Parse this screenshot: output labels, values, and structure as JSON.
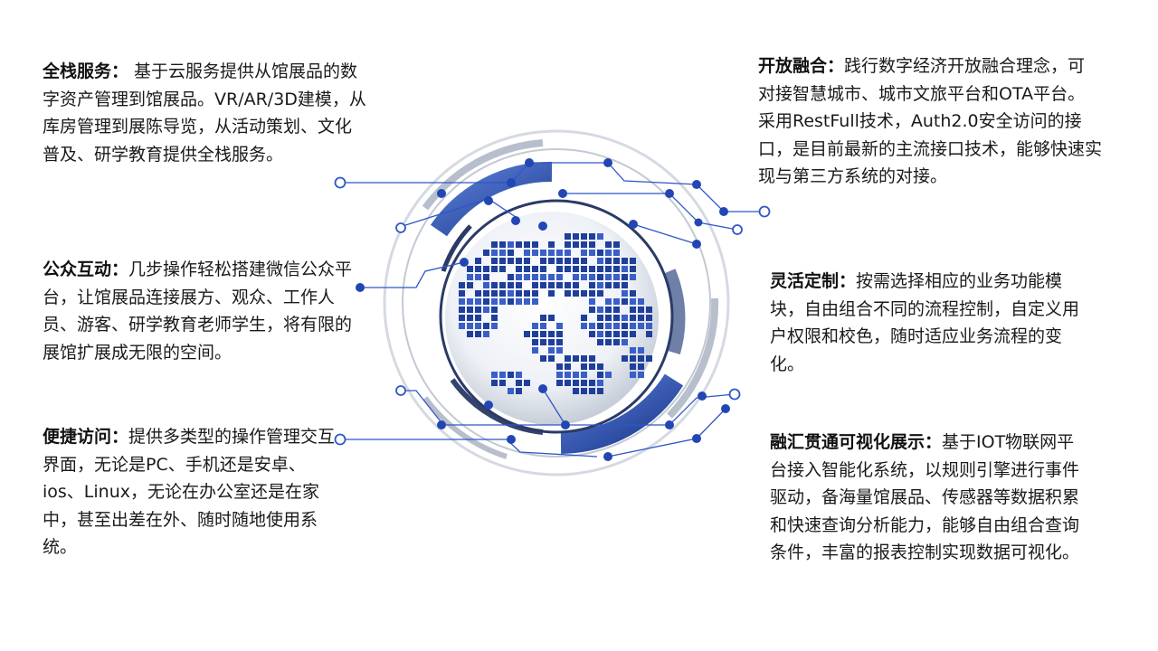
{
  "blocks": [
    {
      "title": "全栈服务：",
      "body": " 基于云服务提供从馆展品的数字资产管理到馆展品。VR/AR/3D建模，从库房管理到展陈导览，从活动策划、文化普及、研学教育提供全栈服务。"
    },
    {
      "title": "公众互动：",
      "body": "几步操作轻松搭建微信公众平台，让馆展品连接展方、观众、工作人员、游客、研学教育老师学生，将有限的展馆扩展成无限的空间。"
    },
    {
      "title": "便捷访问：",
      "body": "提供多类型的操作管理交互界面，无论是PC、手机还是安卓、ios、Linux，无论在办公室还是在家中，甚至出差在外、随时随地使用系统。"
    },
    {
      "title": "开放融合：",
      "body": "践行数字经济开放融合理念，可对接智慧城市、城市文旅平台和OTA平台。采用RestFull技术，Auth2.0安全访问的接口，是目前最新的主流接口技术，能够快速实现与第三方系统的对接。"
    },
    {
      "title": "灵活定制：",
      "body": "按需选择相应的业务功能模块，自由组合不同的流程控制，自定义用户权限和校色，随时适应业务流程的变化。"
    },
    {
      "title": "融汇贯通可视化展示：",
      "body": "基于IOT物联网平台接入智能化系统，以规则引擎进行事件驱动，备海量馆展品、传感器等数据积累和快速查询分析能力，能够自由组合查询条件，丰富的报表控制实现数据可视化。"
    }
  ],
  "graphic": {
    "icon": "tech-globe-icon",
    "colors": {
      "accent": "#2346b4",
      "dark": "#2b3a66",
      "light": "#c9cfd8"
    }
  }
}
